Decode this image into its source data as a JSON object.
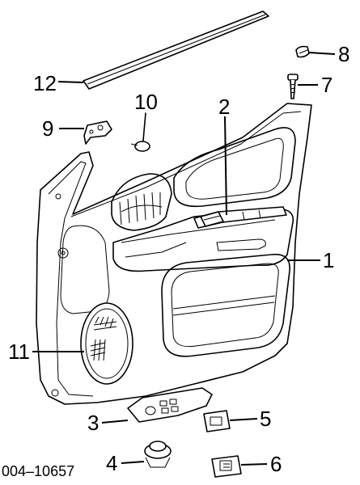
{
  "diagram": {
    "callouts": [
      {
        "id": "1",
        "label": "1"
      },
      {
        "id": "2",
        "label": "2"
      },
      {
        "id": "3",
        "label": "3"
      },
      {
        "id": "4",
        "label": "4"
      },
      {
        "id": "5",
        "label": "5"
      },
      {
        "id": "6",
        "label": "6"
      },
      {
        "id": "7",
        "label": "7"
      },
      {
        "id": "8",
        "label": "8"
      },
      {
        "id": "9",
        "label": "9"
      },
      {
        "id": "10",
        "label": "10"
      },
      {
        "id": "11",
        "label": "11"
      },
      {
        "id": "12",
        "label": "12"
      }
    ],
    "figure_code": "004–10657"
  }
}
